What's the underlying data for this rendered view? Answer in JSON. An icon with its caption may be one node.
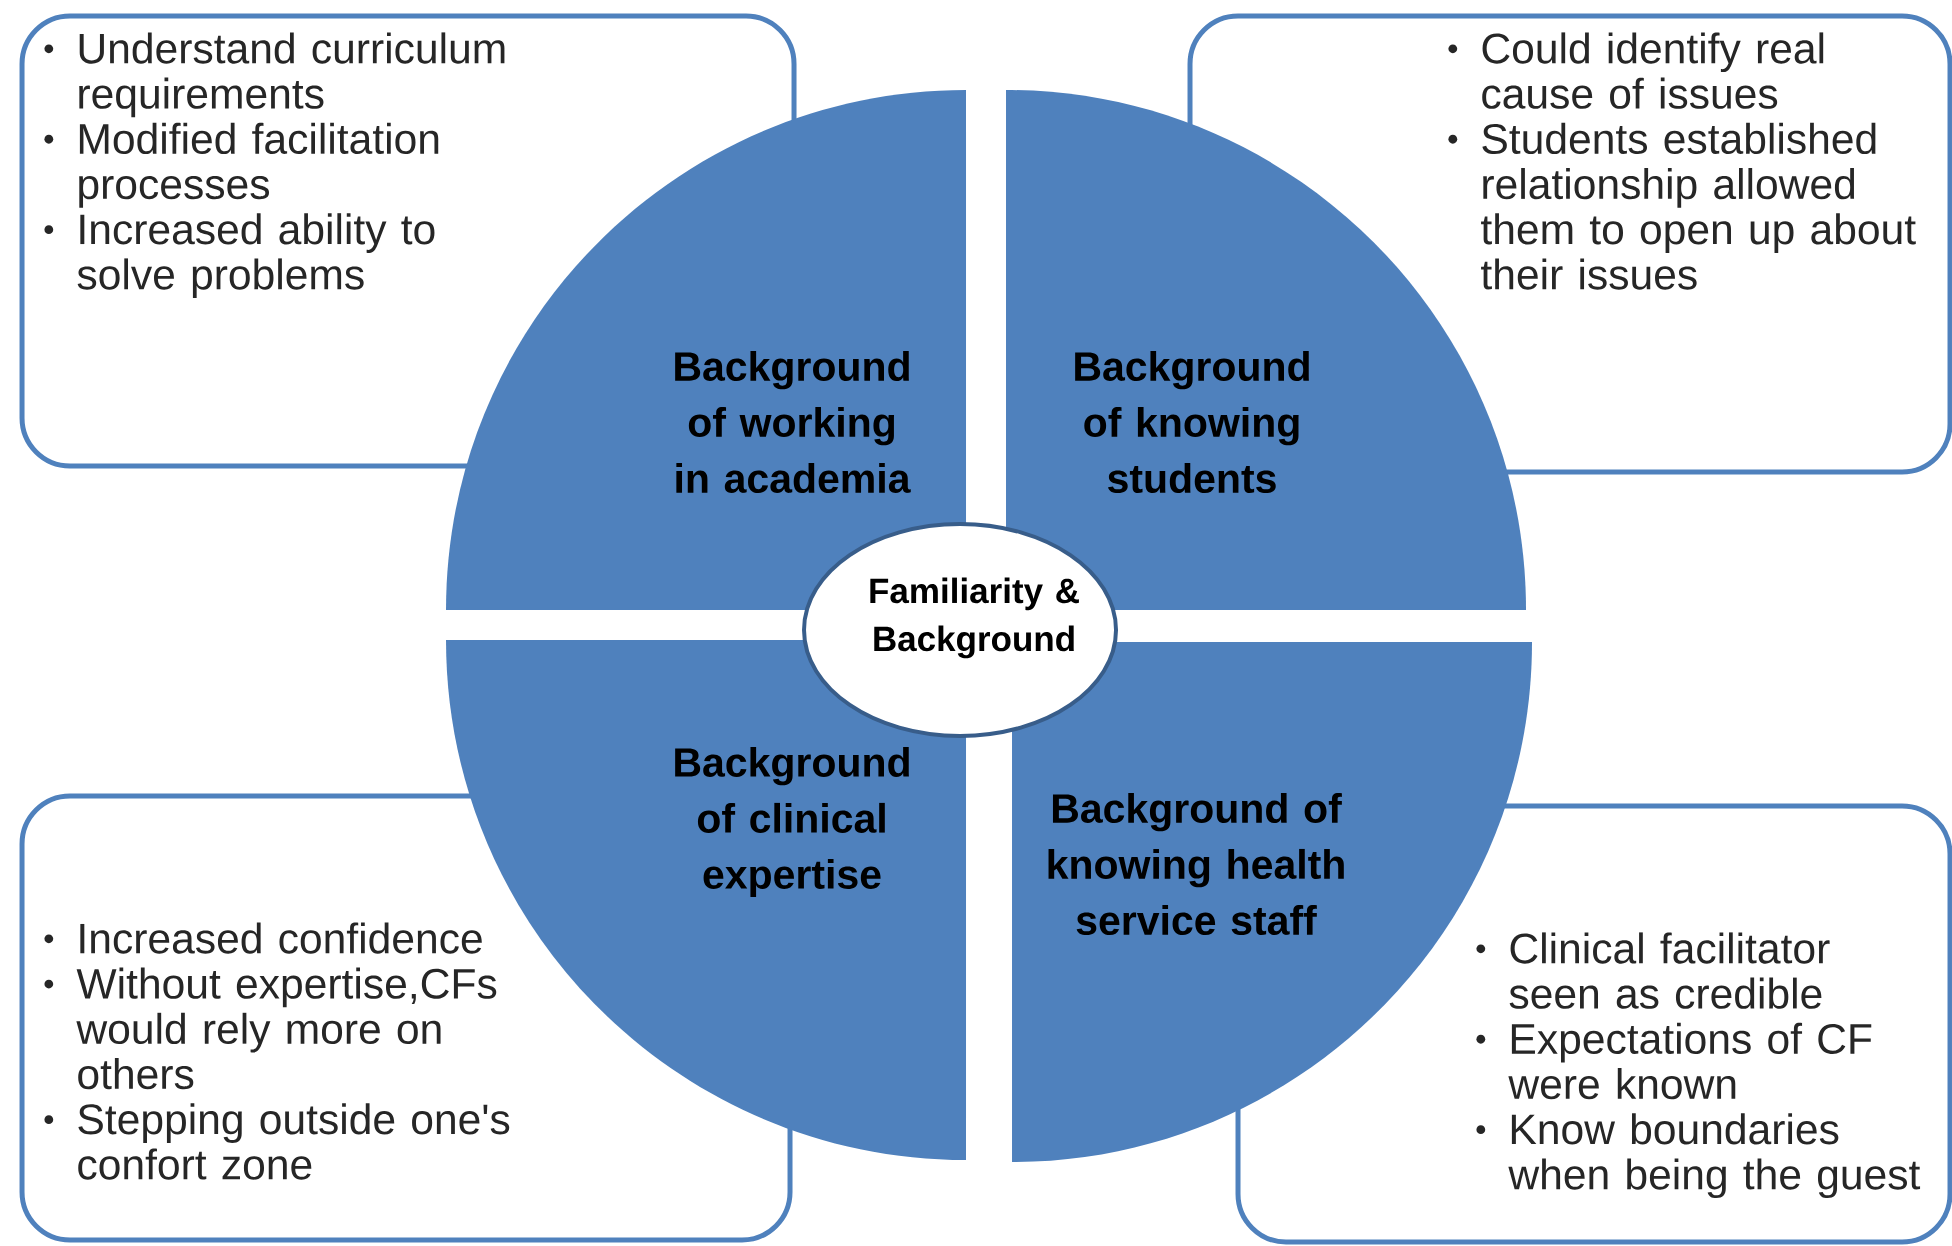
{
  "diagram": {
    "nodes": [
      {
        "text": [
          "Understand curriculum requirements",
          "Modified facilitation processes",
          "Increased ability to solve problems"
        ]
      },
      {
        "text": [
          "Could identify real cause of issues",
          "Students established relationship allowed them to open up about their issues"
        ]
      },
      {
        "text": [
          "Background of working in academia"
        ]
      },
      {
        "text": [
          "Background of knowing students"
        ]
      },
      {
        "text": [
          "Familiarity & Background"
        ]
      },
      {
        "text": [
          "Background of clinical expertise"
        ]
      },
      {
        "text": [
          "Background of knowing health service staff"
        ]
      },
      {
        "text": [
          "Increased confidence",
          "Without expertise,CFs would rely more on others",
          "Stepping outside one's confort zone"
        ]
      },
      {
        "text": [
          "Clinical facilitator seen as credible",
          "Expectations of CF were known",
          "Know boundaries when being the guest"
        ]
      }
    ]
  }
}
